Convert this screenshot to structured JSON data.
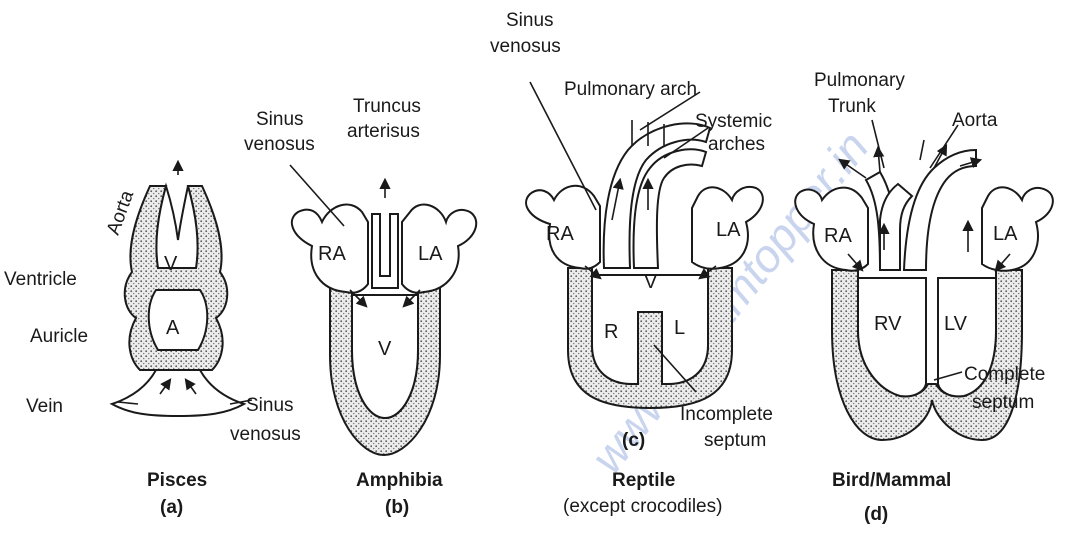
{
  "watermark": "www.dreamtopper.in",
  "panels": [
    {
      "id": "a",
      "group": "Pisces",
      "letter": "(a)",
      "labels": {
        "aorta": "Aorta",
        "ventricle": "Ventricle",
        "auricle": "Auricle",
        "vein": "Vein",
        "sinus_1": "Sinus",
        "sinus_2": "venosus"
      },
      "chambers": {
        "v": "V",
        "a": "A"
      }
    },
    {
      "id": "b",
      "group": "Amphibia",
      "letter": "(b)",
      "labels": {
        "sinus_1": "Sinus",
        "sinus_2": "venosus",
        "truncus_1": "Truncus",
        "truncus_2": "arterisus"
      },
      "chambers": {
        "ra": "RA",
        "la": "LA",
        "v": "V"
      }
    },
    {
      "id": "c",
      "group": "Reptile",
      "note": "(except crocodiles)",
      "letter": "(c)",
      "labels": {
        "sinus_1": "Sinus",
        "sinus_2": "venosus",
        "pulmonary_arch": "Pulmonary arch",
        "systemic_1": "Systemic",
        "systemic_2": "arches",
        "incomplete_1": "Incomplete",
        "incomplete_2": "septum"
      },
      "chambers": {
        "ra": "RA",
        "la": "LA",
        "v": "V",
        "r": "R",
        "l": "L"
      }
    },
    {
      "id": "d",
      "group": "Bird/Mammal",
      "letter": "(d)",
      "labels": {
        "pulmonary_1": "Pulmonary",
        "pulmonary_2": "Trunk",
        "aorta": "Aorta",
        "complete_1": "Complete",
        "complete_2": "septum"
      },
      "chambers": {
        "ra": "RA",
        "la": "LA",
        "rv": "RV",
        "lv": "LV"
      }
    }
  ]
}
